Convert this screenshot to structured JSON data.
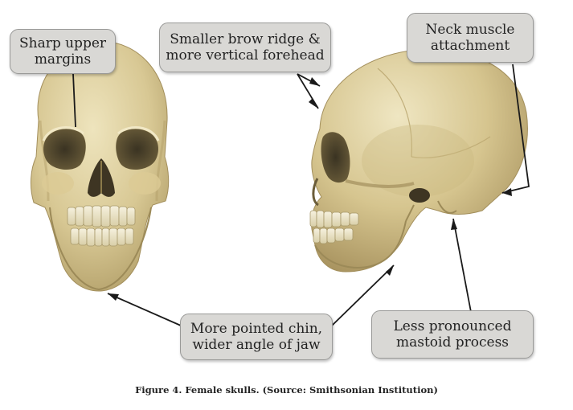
{
  "labels": {
    "sharp_upper_margins": [
      "Sharp upper",
      "margins"
    ],
    "brow_ridge": [
      "Smaller brow ridge &",
      "more vertical forehead"
    ],
    "neck_muscle": [
      "Neck muscle",
      "attachment"
    ],
    "pointed_chin": [
      "More pointed chin,",
      "wider angle of jaw"
    ],
    "mastoid": [
      "Less pronounced",
      "mastoid process"
    ]
  },
  "caption": "Figure 4. Female skulls. (Source: Smithsonian Institution)",
  "colors": {
    "bone_light": "#e8dcb0",
    "bone_mid": "#cbb882",
    "bone_shadow": "#9c8a58",
    "callout_fill": "#d9d8d5",
    "callout_border": "#9a9a98"
  }
}
